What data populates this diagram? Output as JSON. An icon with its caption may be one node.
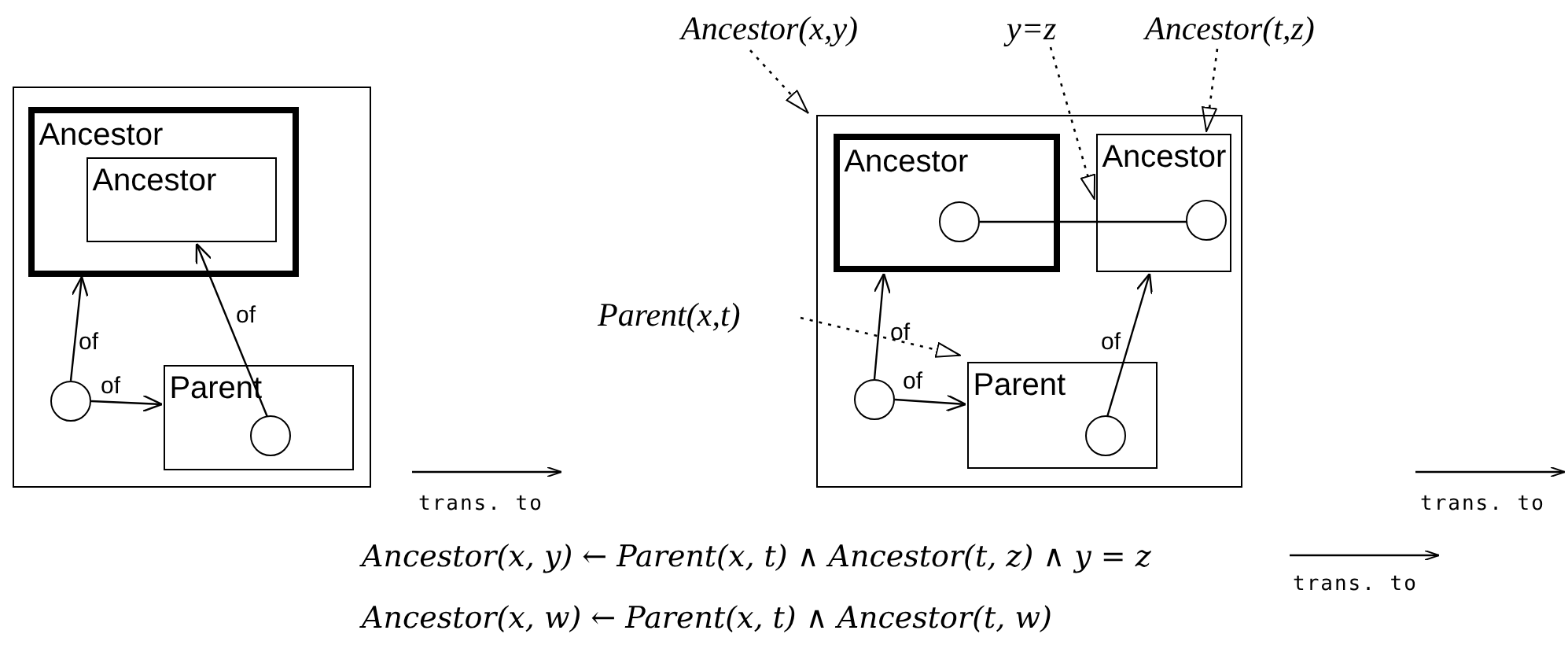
{
  "diagram": {
    "nodes": [
      {
        "text": [],
        "shape": "box"
      },
      {
        "text": [
          "Ancestor"
        ],
        "in": 0
      },
      {
        "text": [
          "Ancestor"
        ],
        "in": 1
      },
      {
        "text": [],
        "shape": "circle",
        "in": 0
      },
      {
        "text": [
          "Parent"
        ],
        "in": 0
      },
      {
        "text": [],
        "shape": "circle",
        "in": 4
      },
      {
        "text": [],
        "shape": "box"
      },
      {
        "text": [
          "Ancestor"
        ],
        "in": 6
      },
      {
        "text": [],
        "shape": "circle",
        "in": 7
      },
      {
        "text": [
          "Ancestor"
        ],
        "in": 6
      },
      {
        "text": [],
        "shape": "circle",
        "in": 9
      },
      {
        "text": [],
        "shape": "circle",
        "in": 6
      },
      {
        "text": [
          "Parent"
        ],
        "in": 6
      },
      {
        "text": [],
        "shape": "circle",
        "in": 12
      },
      {
        "text": [
          "Ancestor(x,y)"
        ]
      },
      {
        "text": [
          "y=z"
        ]
      },
      {
        "text": [
          "Ancestor(t,z)"
        ]
      },
      {
        "text": [
          "Parent(x,t)"
        ]
      },
      {
        "text": [
          "Ancestor(x, y) ← Parent(x, t) ∧ Ancestor(t, z) ∧ y = z"
        ]
      },
      {
        "text": [
          "Ancestor(x, w) ← Parent(x, t) ∧ Ancestor(t, w)"
        ]
      }
    ],
    "edges": [
      {
        "from": 3,
        "to": 1,
        "arrow": "to",
        "label": "of"
      },
      {
        "from": 3,
        "to": 4,
        "arrow": "to",
        "label": "of"
      },
      {
        "from": 5,
        "to": 2,
        "arrow": "to",
        "label": "of"
      },
      {
        "from": 8,
        "to": 10,
        "arrow": "none"
      },
      {
        "from": 11,
        "to": 7,
        "arrow": "to",
        "label": "of"
      },
      {
        "from": 11,
        "to": 12,
        "arrow": "to",
        "label": "of"
      },
      {
        "from": 13,
        "to": 9,
        "arrow": "to",
        "label": "of"
      },
      {
        "from": 14,
        "to": 6,
        "arrow": "to",
        "style": "dashed"
      },
      {
        "from": 15,
        "to": 9,
        "arrow": "to",
        "style": "dashed"
      },
      {
        "from": 16,
        "to": 9,
        "arrow": "to",
        "style": "dashed"
      },
      {
        "from": 17,
        "to": 12,
        "arrow": "to",
        "style": "dashed"
      }
    ],
    "labels": [
      "trans. to",
      "trans. to",
      "trans. to"
    ]
  }
}
